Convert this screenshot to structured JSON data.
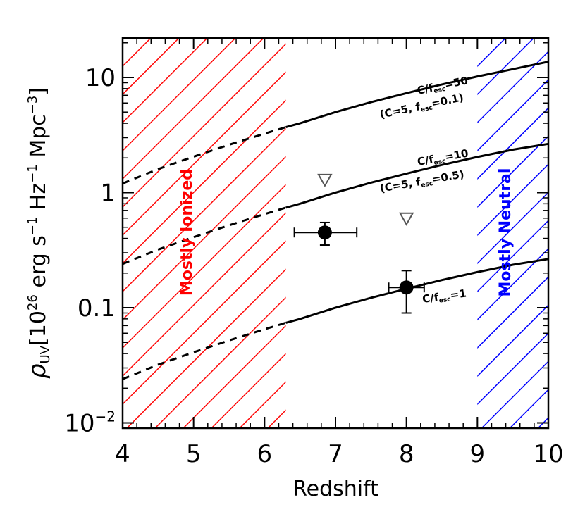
{
  "chart_data": {
    "type": "scatter",
    "xlabel": "Redshift",
    "ylabel": "ρUV [10^26 erg s^-1 Hz^-1 Mpc^-3]",
    "ylabel_parts": {
      "rho": "ρ",
      "rho_sub": "UV",
      "lb": "[10",
      "exp26": "26",
      "erg": " erg s",
      "m1a": "−1",
      "hz": " Hz",
      "m1b": "−1",
      "mpc": " Mpc",
      "m3": "−3",
      "rb": "]"
    },
    "xlim": [
      4,
      10
    ],
    "ylim": [
      0.009,
      22
    ],
    "yscale": "log",
    "x_ticks": [
      4,
      5,
      6,
      7,
      8,
      9,
      10
    ],
    "x_tick_labels": [
      "4",
      "5",
      "6",
      "7",
      "8",
      "9",
      "10"
    ],
    "y_ticks": [
      {
        "value": 0.01,
        "base": "10",
        "exp": "−2"
      },
      {
        "value": 0.1,
        "base": "0.1",
        "exp": ""
      },
      {
        "value": 1,
        "base": "1",
        "exp": ""
      },
      {
        "value": 10,
        "base": "10",
        "exp": ""
      }
    ],
    "regions": [
      {
        "name": "Mostly Ionized",
        "label": "Mostly Ionized",
        "x_range": [
          4,
          6.3
        ],
        "color": "#ff0000"
      },
      {
        "name": "Mostly Neutral",
        "label": "Mostly Neutral",
        "x_range": [
          9,
          10
        ],
        "color": "#0000ff"
      }
    ],
    "curves": [
      {
        "name": "C/fesc=50",
        "label_main": "C/f",
        "label_sub": "esc",
        "label_val": "=50",
        "label2_a": "(C=5, f",
        "label2_sub": "esc",
        "label2_b": "=0.1)",
        "points": [
          [
            4,
            1.2
          ],
          [
            4.5,
            1.6
          ],
          [
            5,
            2.05
          ],
          [
            5.5,
            2.6
          ],
          [
            6,
            3.25
          ],
          [
            6.3,
            3.7
          ],
          [
            6.5,
            4.0
          ],
          [
            7,
            5.0
          ],
          [
            7.5,
            6.1
          ],
          [
            8,
            7.3
          ],
          [
            8.5,
            8.7
          ],
          [
            9,
            10.2
          ],
          [
            9.5,
            11.8
          ],
          [
            10,
            13.7
          ]
        ]
      },
      {
        "name": "C/fesc=10",
        "label_main": "C/f",
        "label_sub": "esc",
        "label_val": "=10",
        "label2_a": "(C=5, f",
        "label2_sub": "esc",
        "label2_b": "=0.5)",
        "points": [
          [
            4,
            0.24
          ],
          [
            4.5,
            0.32
          ],
          [
            5,
            0.41
          ],
          [
            5.5,
            0.52
          ],
          [
            6,
            0.65
          ],
          [
            6.3,
            0.74
          ],
          [
            6.5,
            0.8
          ],
          [
            7,
            1.0
          ],
          [
            7.5,
            1.22
          ],
          [
            8,
            1.46
          ],
          [
            8.5,
            1.74
          ],
          [
            9,
            2.04
          ],
          [
            9.5,
            2.36
          ],
          [
            10,
            2.65
          ]
        ]
      },
      {
        "name": "C/fesc=1",
        "label_main": "C/f",
        "label_sub": "esc",
        "label_val": "=1",
        "points": [
          [
            4,
            0.024
          ],
          [
            4.5,
            0.032
          ],
          [
            5,
            0.041
          ],
          [
            5.5,
            0.052
          ],
          [
            6,
            0.065
          ],
          [
            6.3,
            0.074
          ],
          [
            6.5,
            0.08
          ],
          [
            7,
            0.1
          ],
          [
            7.5,
            0.122
          ],
          [
            8,
            0.146
          ],
          [
            8.5,
            0.174
          ],
          [
            9,
            0.204
          ],
          [
            9.5,
            0.236
          ],
          [
            10,
            0.265
          ]
        ]
      }
    ],
    "dash_below_x": 6.3,
    "measurements": [
      {
        "x": 6.85,
        "y": 0.45,
        "xerr": [
          0.43,
          0.45
        ],
        "yerr": [
          0.35,
          0.55
        ]
      },
      {
        "x": 8.0,
        "y": 0.15,
        "xerr": [
          7.75,
          8.25
        ],
        "yerr": [
          0.09,
          0.21
        ]
      }
    ],
    "upper_limits": [
      {
        "x": 6.85,
        "y": 1.3
      },
      {
        "x": 8.0,
        "y": 0.6
      }
    ]
  }
}
